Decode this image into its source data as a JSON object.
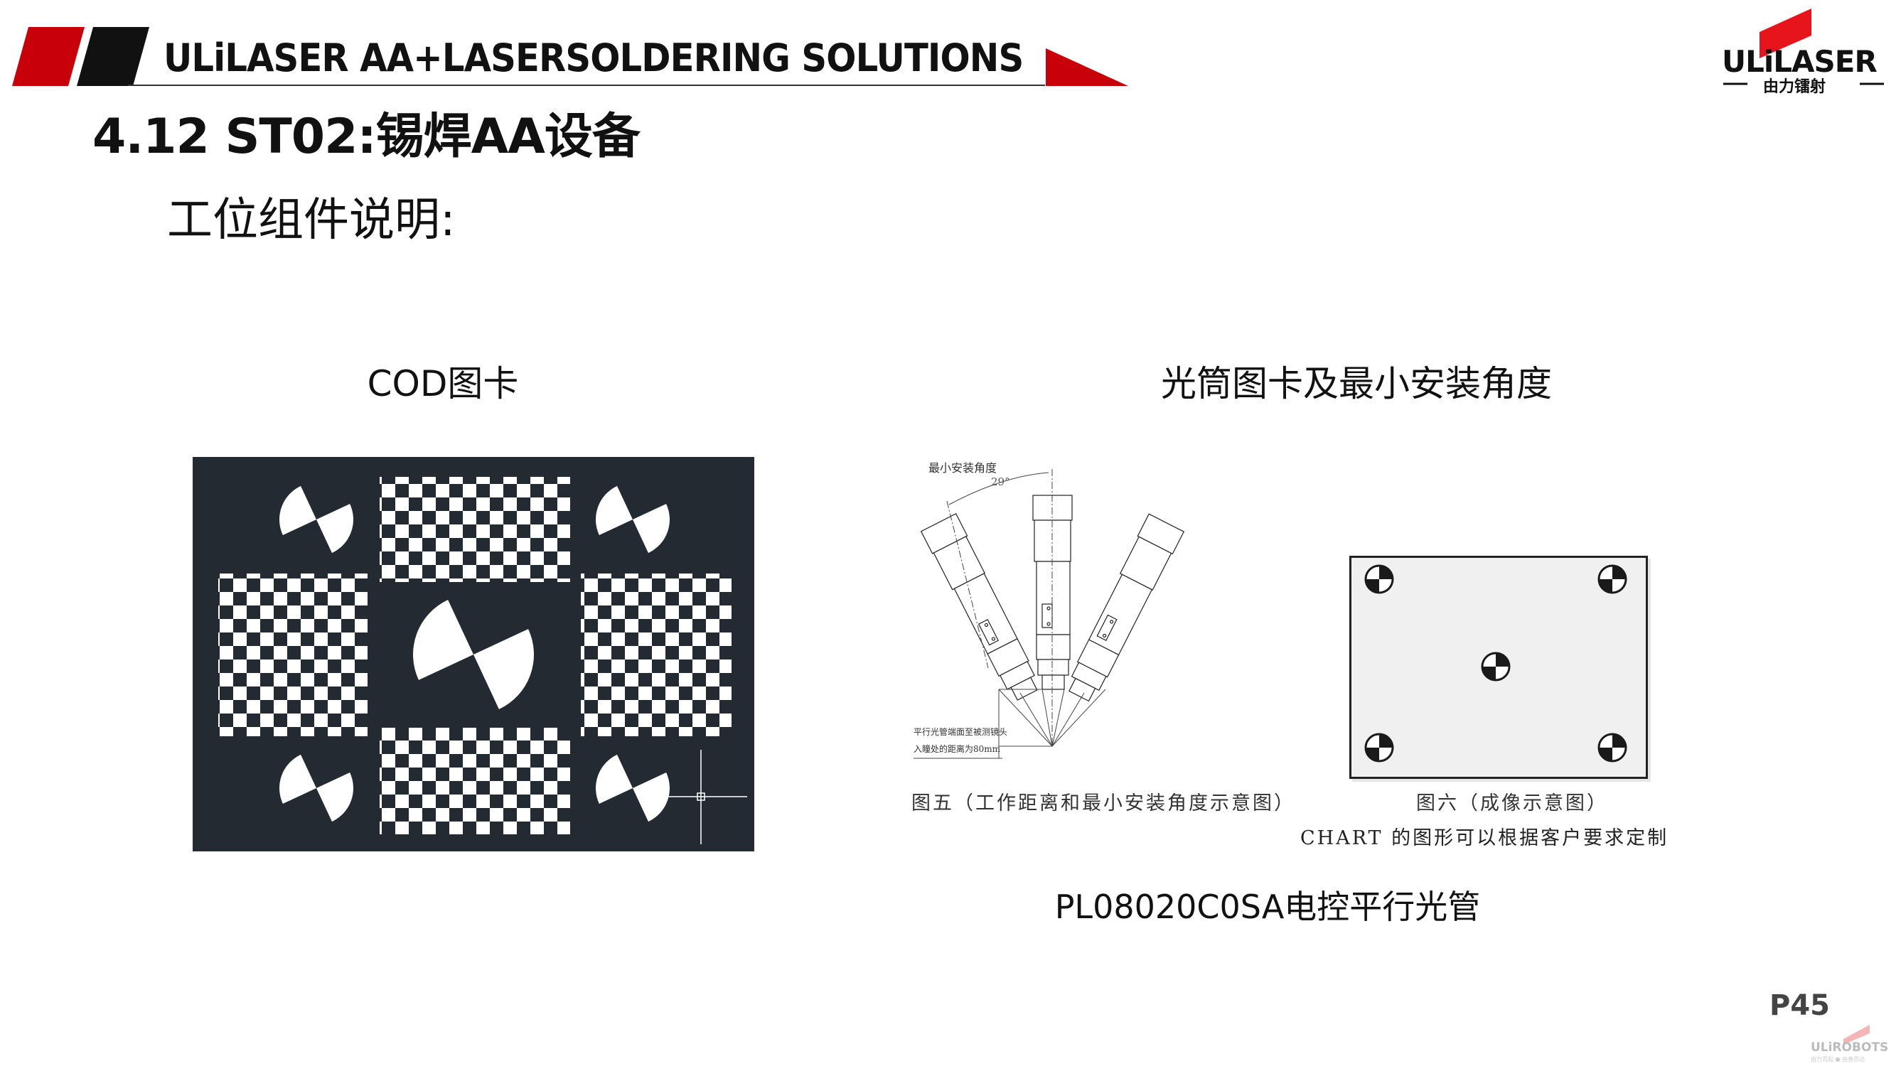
{
  "header": {
    "banner_text": "ULiLASER AA+LASERSOLDERING SOLUTIONS",
    "brand_red": "#c8000a",
    "logo": {
      "wordmark": "ULiLASER",
      "chinese": "由力镭射"
    }
  },
  "page": {
    "title": "4.12   ST02:锡焊AA设备",
    "subtitle": "工位组件说明:",
    "page_number": "P45",
    "footer_logo": {
      "wordmark": "ULiROBOTS",
      "tagline": "由力而起 ● 由善而达"
    }
  },
  "left_panel": {
    "label": "COD图卡"
  },
  "right_panel": {
    "label": "光筒图卡及最小安装角度",
    "diagram": {
      "angle_label": "最小安装角度",
      "angle_value": "29°",
      "distance_note_line1": "平行光管端面至被测镜头",
      "distance_note_line2": "入瞳处的距离为80mm",
      "caption": "图五（工作距离和最小安装角度示意图）"
    },
    "chart": {
      "caption": "图六（成像示意图）",
      "note": "CHART 的图形可以根据客户要求定制"
    },
    "product_name": "PL08020C0SA电控平行光管"
  }
}
